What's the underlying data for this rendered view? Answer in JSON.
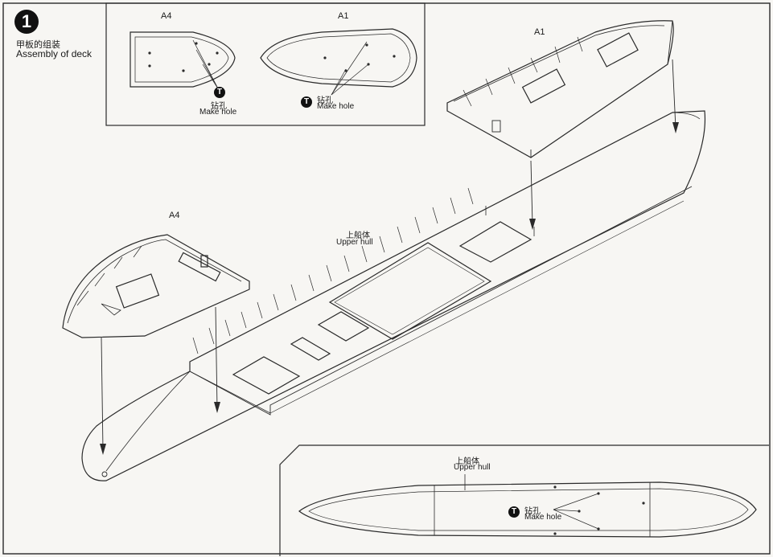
{
  "step": {
    "number": "1",
    "title_cn": "甲板的组装",
    "title_en": "Assembly of deck"
  },
  "parts": {
    "a4": "A4",
    "a1": "A1"
  },
  "hull": {
    "label_cn": "上船体",
    "label_en": "Upper hull"
  },
  "hole": {
    "icon": "T",
    "label_cn": "钻孔",
    "label_en": "Make hole"
  },
  "colors": {
    "line": "#2a2a2a",
    "paper": "#f7f6f3",
    "badge": "#111111"
  }
}
